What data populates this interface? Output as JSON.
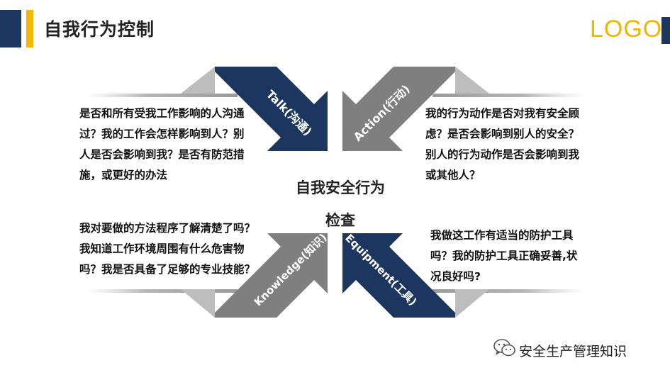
{
  "header": {
    "title": "自我行为控制",
    "logo": "LOGO",
    "colors": {
      "navy": "#1c3660",
      "gold": "#f5b800",
      "gray": "#7f7f7f",
      "light_gray": "#bfbfbf"
    }
  },
  "diagram": {
    "center_line1": "自我安全行为",
    "center_line2": "检查",
    "arrows": [
      {
        "id": "talk",
        "label": "Talk(沟通)"
      },
      {
        "id": "action",
        "label": "Action(行动)"
      },
      {
        "id": "knowledge",
        "label": "Knowledge(知识)"
      },
      {
        "id": "equipment",
        "label": "Equipment(工具)"
      }
    ],
    "texts": {
      "talk": [
        "是否和所有受我工作影响的人沟通",
        "过？我的工作会怎样影响到人？别",
        "人是否会影响到我？是否有防范措",
        "施，或更好的办法"
      ],
      "action": [
        "我的行为动作是否对我有安全顾",
        "虑？是否会影响到别人的安全？",
        "别人的行为动作是否会影响到我",
        "或其他人？"
      ],
      "knowledge": [
        "我对要做的方法程序了解清楚了吗？",
        "我知道工作环境周围有什么危害物",
        "吗？我是否具备了足够的专业技能？"
      ],
      "equipment": [
        "我做这工作有适当的防护工具",
        "吗？我的防护工具正确妥善,状",
        "况良好吗?"
      ]
    }
  },
  "footer": {
    "brand": "安全生产管理知识",
    "icon": "wechat-icon"
  }
}
